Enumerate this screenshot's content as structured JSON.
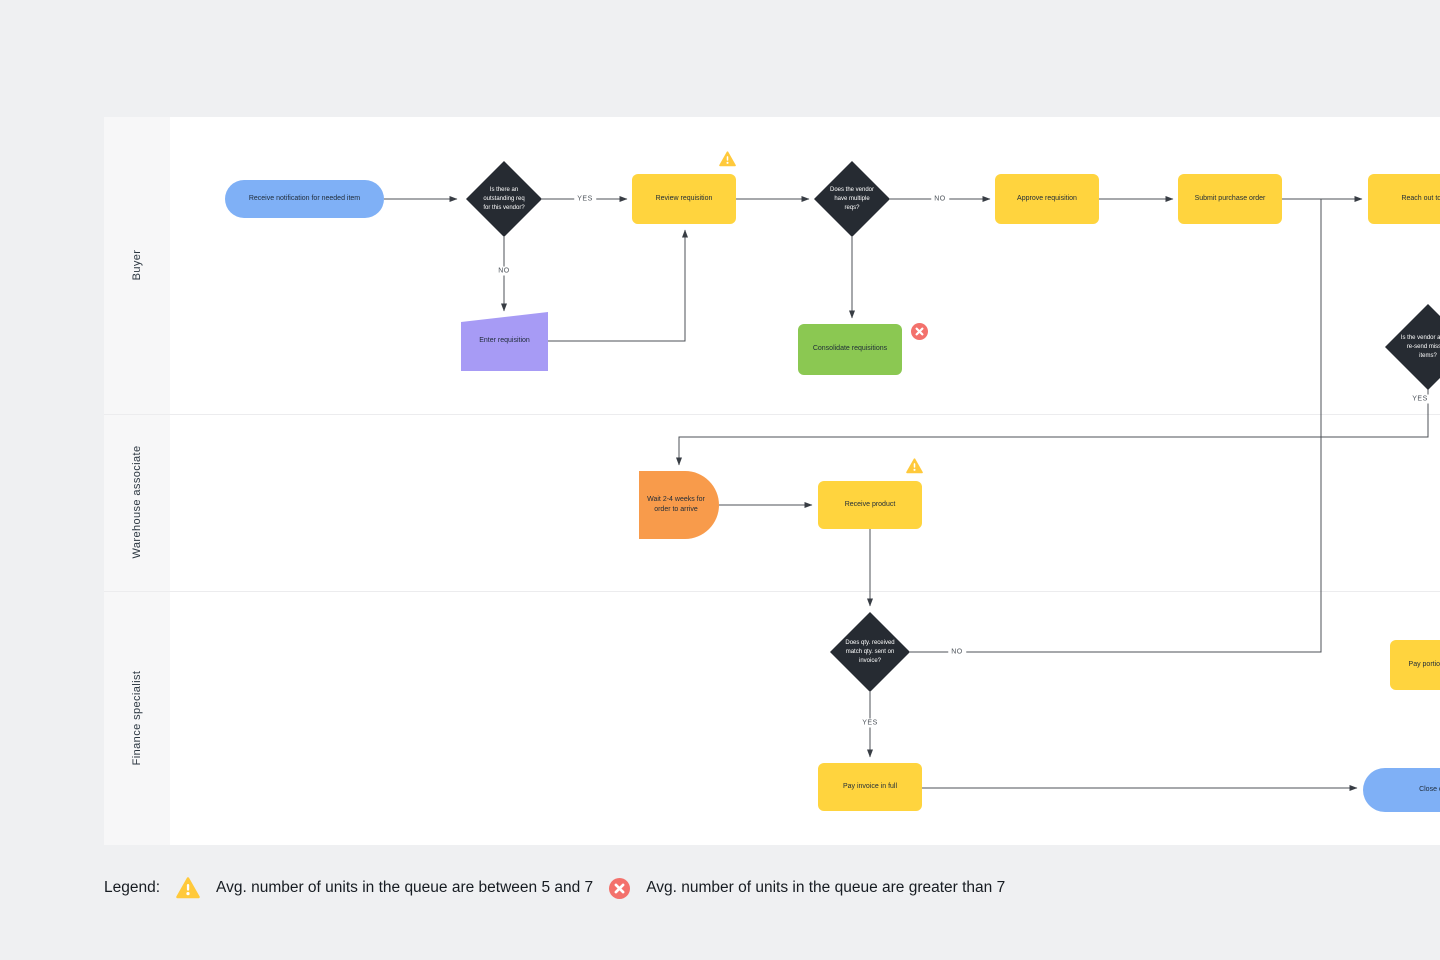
{
  "app": {
    "background": "#eff0f2",
    "canvas_color": "#ffffff",
    "lane_header_bg": "#f7f7f8"
  },
  "lanes": [
    {
      "label": "Buyer"
    },
    {
      "label": "Warehouse associate"
    },
    {
      "label": "Finance specialist"
    }
  ],
  "nodes": {
    "receive_notification": {
      "label": "Receive notification for needed item",
      "type": "terminator",
      "color": "#7FB0F6",
      "lane": "Buyer"
    },
    "outstanding_req": {
      "label": "Is there an outstanding req for this vendor?",
      "type": "decision",
      "color": "#262B32",
      "lane": "Buyer"
    },
    "review_requisition": {
      "label": "Review requisition",
      "type": "process",
      "color": "#FFD43E",
      "badge": "warning",
      "lane": "Buyer"
    },
    "enter_requisition": {
      "label": "Enter requisition",
      "type": "manual-input",
      "color": "#A79BF5",
      "lane": "Buyer"
    },
    "multiple_reqs": {
      "label": "Does the vendor have multiple reqs?",
      "type": "decision",
      "color": "#262B32",
      "lane": "Buyer"
    },
    "consolidate_requisitions": {
      "label": "Consolidate requisitions",
      "type": "process",
      "color": "#8BC852",
      "badge": "error",
      "lane": "Buyer"
    },
    "approve_requisition": {
      "label": "Approve requisition",
      "type": "process",
      "color": "#FFD43E",
      "lane": "Buyer"
    },
    "submit_purchase_order": {
      "label": "Submit purchase order",
      "type": "process",
      "color": "#FFD43E",
      "lane": "Buyer"
    },
    "reach_out_vendor": {
      "label": "Reach out to vendor",
      "type": "process",
      "color": "#FFD43E",
      "lane": "Buyer"
    },
    "resend_missing": {
      "label": "Is the vendor able to re-send missing items?",
      "type": "decision",
      "color": "#262B32",
      "lane": "Buyer"
    },
    "wait_weeks": {
      "label": "Wait 2-4 weeks for order to arrive",
      "type": "delay",
      "color": "#F89B4B",
      "lane": "Warehouse associate"
    },
    "receive_product": {
      "label": "Receive product",
      "type": "process",
      "color": "#FFD43E",
      "badge": "warning",
      "lane": "Warehouse associate"
    },
    "qty_match": {
      "label": "Does qty. received match qty. sent on invoice?",
      "type": "decision",
      "color": "#262B32",
      "lane": "Finance specialist"
    },
    "pay_invoice_full": {
      "label": "Pay invoice in full",
      "type": "process",
      "color": "#FFD43E",
      "lane": "Finance specialist"
    },
    "pay_portion": {
      "label": "Pay portion of invoice",
      "type": "process",
      "color": "#FFD43E",
      "lane": "Finance specialist"
    },
    "close_order": {
      "label": "Close out order",
      "type": "terminator",
      "color": "#7FB0F6",
      "lane": "Finance specialist"
    }
  },
  "edge_labels": {
    "yes_outstanding": "YES",
    "no_outstanding": "NO",
    "no_multiple": "NO",
    "yes_resend": "YES",
    "no_qty": "NO",
    "yes_qty": "YES"
  },
  "legend": {
    "title": "Legend:",
    "items": [
      {
        "icon": "warning-icon",
        "color": "#FFC93B",
        "text": "Avg. number of units in the queue are between 5 and 7"
      },
      {
        "icon": "error-icon",
        "color": "#F3716C",
        "text": "Avg. number of units in the queue are greater than 7"
      }
    ]
  }
}
